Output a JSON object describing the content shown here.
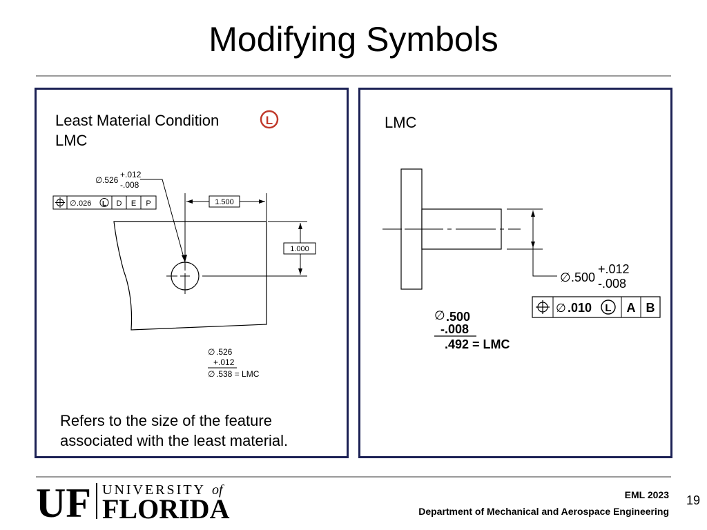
{
  "slide": {
    "title": "Modifying Symbols",
    "page_number": "19"
  },
  "left_panel": {
    "heading_line1": "Least Material Condition",
    "heading_line2": "LMC",
    "lmc_symbol": "L",
    "drawing": {
      "diameter_symbol": "∅",
      "nominal_diameter": ".526",
      "tol_plus": "+.012",
      "tol_minus": "-.008",
      "fcf": {
        "tolerance": ".026",
        "modifier": "L",
        "datums": [
          "D",
          "E",
          "P"
        ]
      },
      "dim_horizontal": "1.500",
      "dim_vertical": "1.000",
      "calc_line1": ".526",
      "calc_line2": "+.012",
      "calc_line3": ".538 = LMC"
    },
    "description": "Refers to the size of the feature associated with the least material."
  },
  "right_panel": {
    "heading": "LMC",
    "drawing": {
      "diameter_symbol": "∅",
      "nominal_diameter": ".500",
      "tol_plus": "+.012",
      "tol_minus": "-.008",
      "fcf": {
        "tolerance": ".010",
        "modifier": "L",
        "datums": [
          "A",
          "B"
        ]
      },
      "calc_line1": ".500",
      "calc_line2": "-.008",
      "calc_line3": ".492 = LMC"
    }
  },
  "footer": {
    "logo_uf": "UF",
    "logo_university": "UNIVERSITY",
    "logo_of": "of",
    "logo_florida": "FLORIDA",
    "course": "EML 2023",
    "department": "Department of Mechanical and Aerospace Engineering"
  },
  "colors": {
    "panel_border": "#1c2155",
    "lmc_symbol": "#c0392b",
    "rule": "#9a9a9a"
  }
}
